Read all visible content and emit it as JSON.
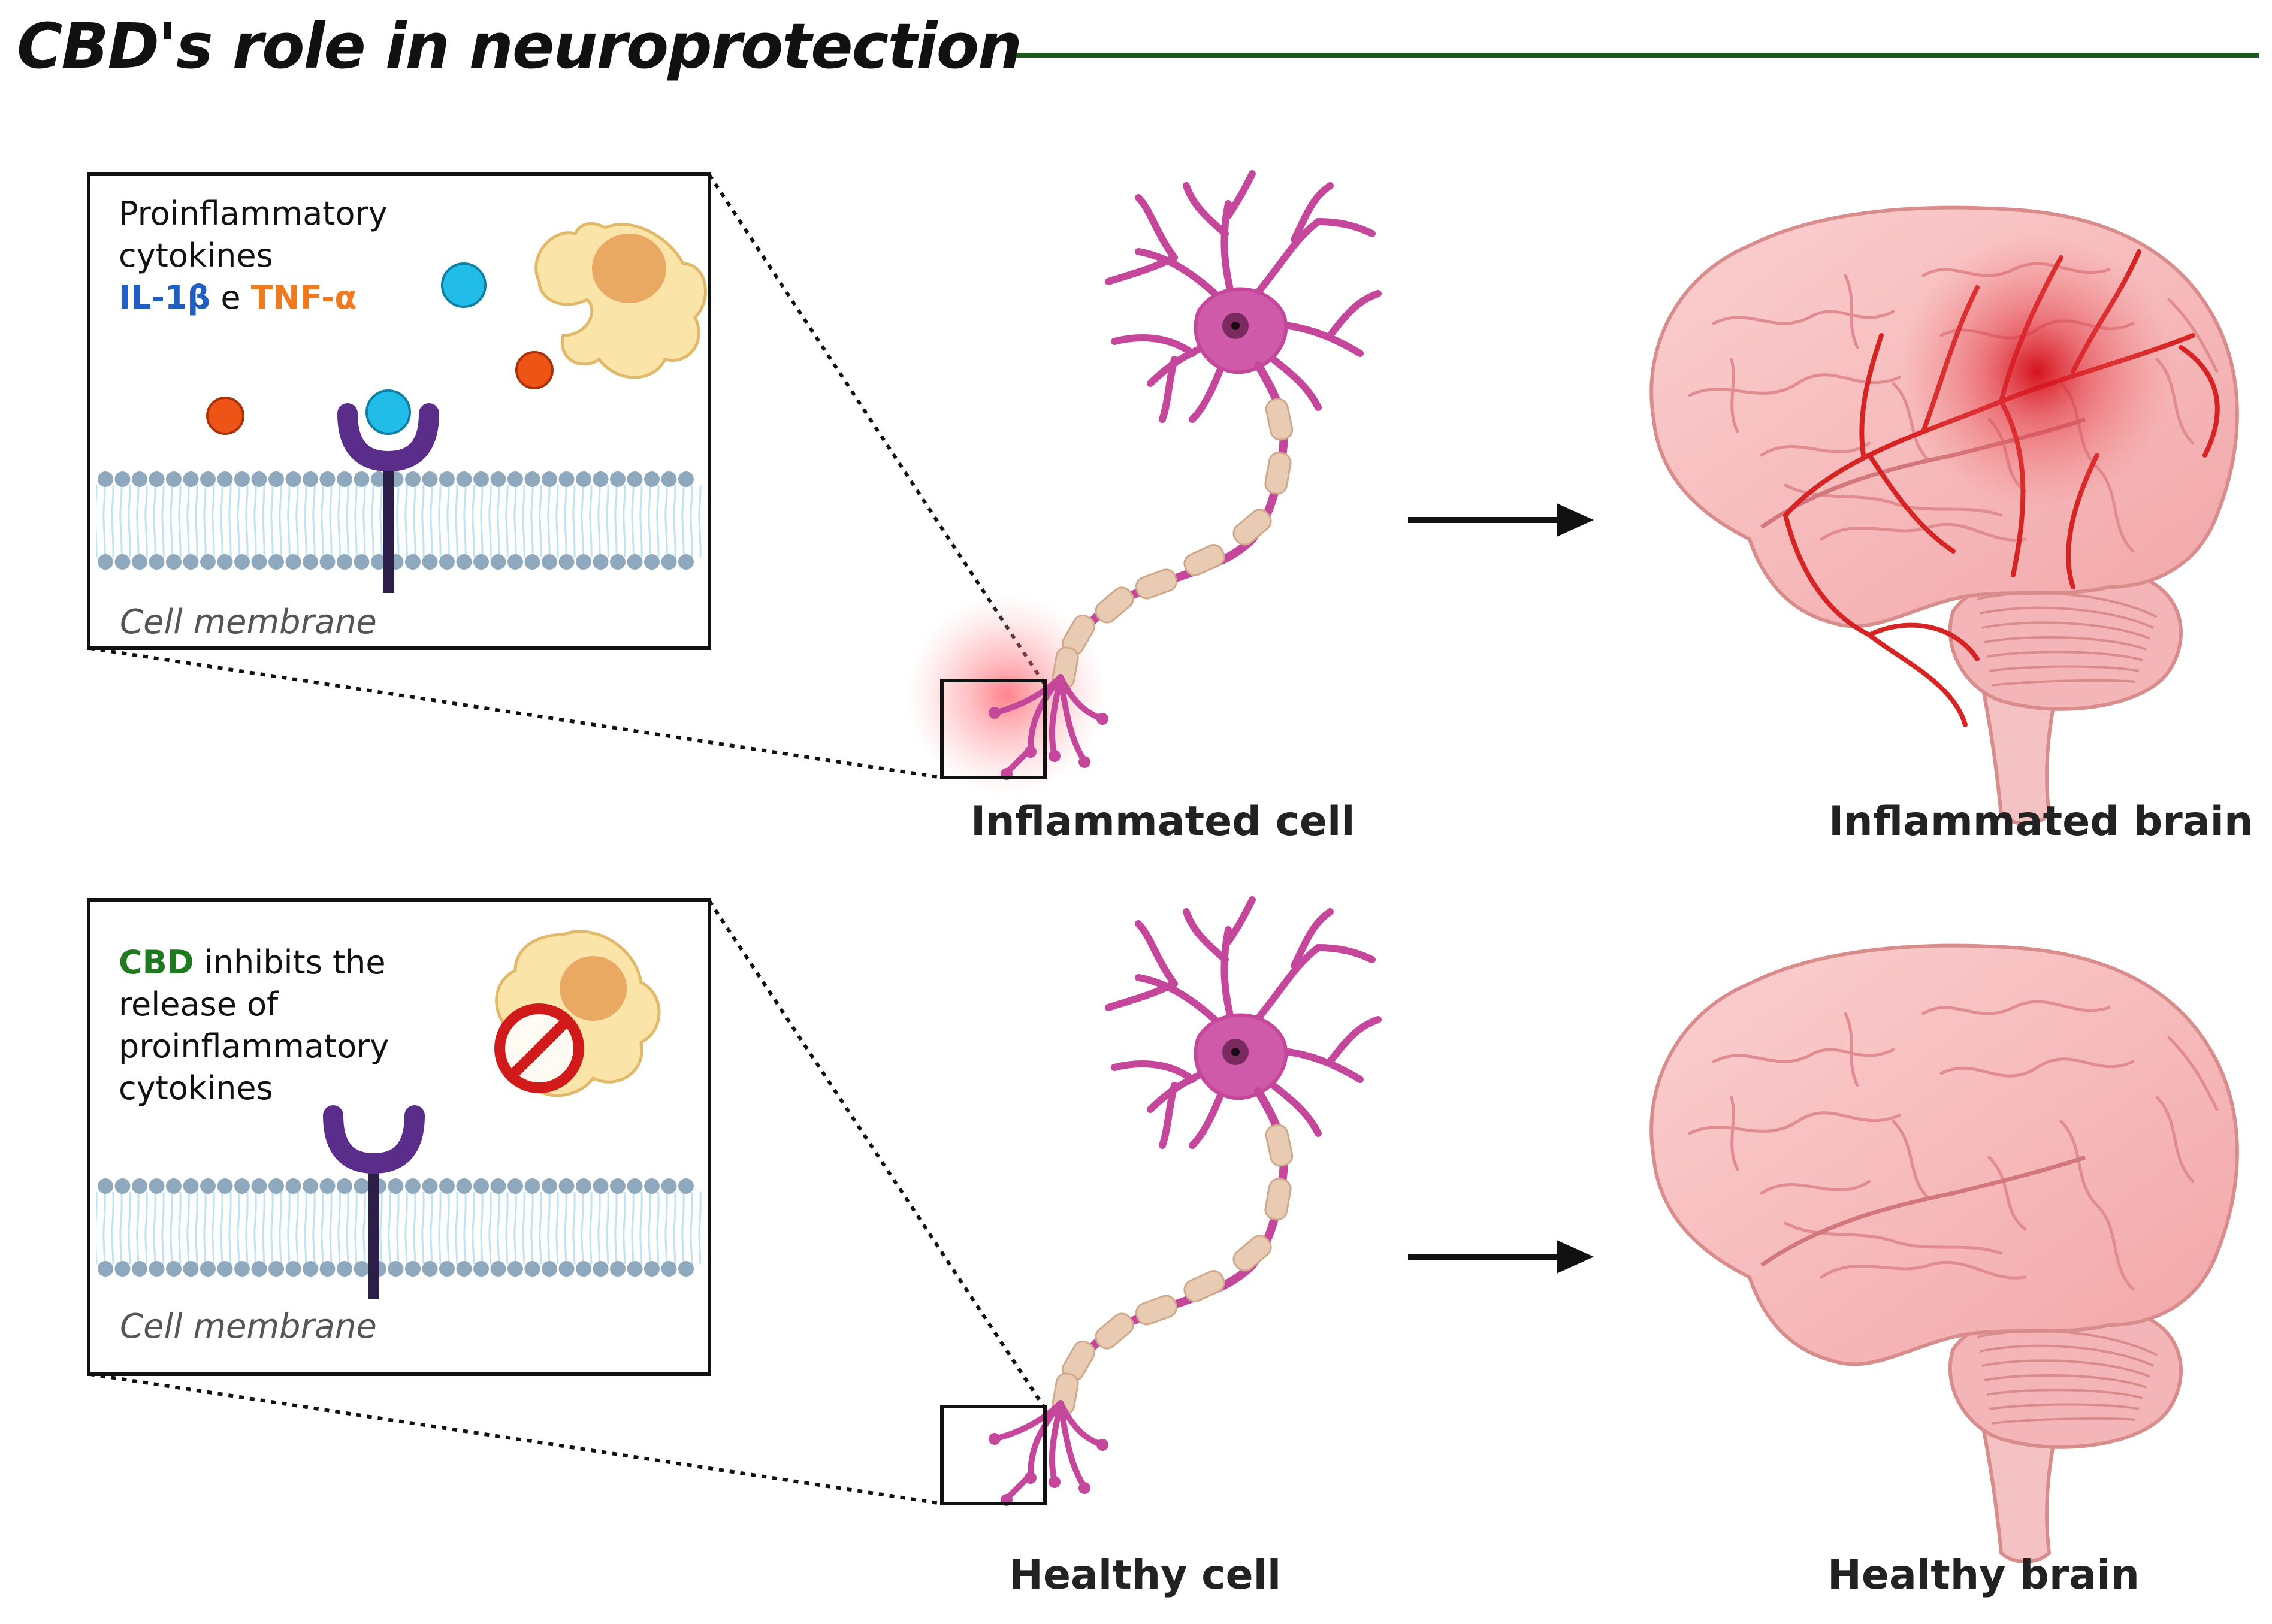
{
  "title": "CBD's role in neuroprotection",
  "colors": {
    "title_rule": "#1e5a1e",
    "neuron": "#c4479b",
    "neuron_body": "#cf5aa9",
    "myelin": "#e9cbb4",
    "membrane_head": "#8ea8bd",
    "membrane_tail": "#bfe3f2",
    "receptor": "#5b2d8a",
    "cytokine_il1b": "#21bde8",
    "cytokine_tnfa": "#ee5416",
    "macrophage": "#fbe4a8",
    "macrophage_nucleus": "#e7a25a",
    "inhibit": "#d11a1a",
    "brain": "#f7b8b8",
    "inflammation": "#d9101a"
  },
  "top_panel": {
    "box_text": {
      "line1": "Proinflammatory",
      "line2": "cytokines",
      "il1b": "IL-1β",
      "conj": "e",
      "tnfa": "TNF-α"
    },
    "membrane_label": "Cell membrane",
    "cell_label": "Inflammated cell",
    "brain_label": "Inflammated brain"
  },
  "bottom_panel": {
    "box_text": {
      "cbd": "CBD",
      "line1_rest": "inhibits the",
      "line2": "release of",
      "line3": "proinflammatory",
      "line4": "cytokines"
    },
    "membrane_label": "Cell membrane",
    "cell_label": "Healthy cell",
    "brain_label": "Healthy brain"
  }
}
